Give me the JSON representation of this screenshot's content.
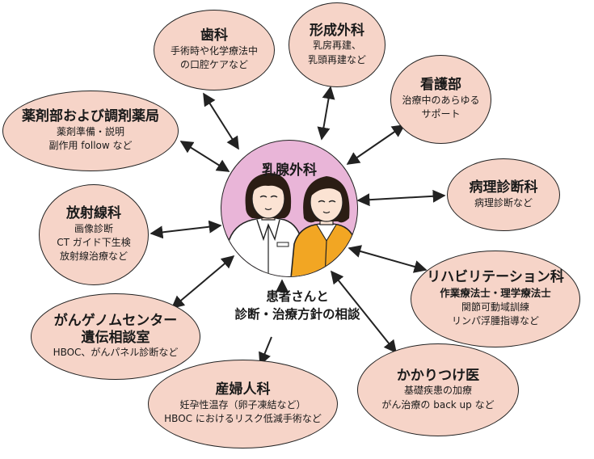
{
  "center": {
    "title": "乳腺外科",
    "patient": [
      "患者さんと",
      "診断・治療方針の相談"
    ]
  },
  "departments": {
    "dental": {
      "title": "歯科",
      "lines": [
        "手術時や化学療法中",
        "の口腔ケアなど"
      ]
    },
    "plastic": {
      "title": "形成外科",
      "lines": [
        "乳房再建、",
        "乳頭再建など"
      ]
    },
    "nursing": {
      "title": "看護部",
      "lines": [
        "治療中のあらゆる",
        "サポート"
      ]
    },
    "pharmacy": {
      "title": "薬剤部および調剤薬局",
      "lines": [
        "薬剤準備・説明",
        "副作用 follow など"
      ]
    },
    "pathology": {
      "title": "病理診断科",
      "lines": [
        "病理診断など"
      ]
    },
    "radiology": {
      "title": "放射線科",
      "lines": [
        "画像診断",
        "CT ガイド下生検",
        "放射線治療など"
      ]
    },
    "rehab": {
      "title": "リハビリテーション科",
      "strong": "作業療法士・理学療法士",
      "lines": [
        "関節可動域訓練",
        "リンパ浮腫指導など"
      ]
    },
    "genome": {
      "title": [
        "がんゲノムセンター",
        "遺伝相談室"
      ],
      "lines": [
        "HBOC、がんパネル診断など"
      ]
    },
    "obgyn": {
      "title": "産婦人科",
      "lines": [
        "妊孕性温存（卵子凍結など）",
        "HBOC におけるリスク低減手術など"
      ]
    },
    "family": {
      "title": "かかりつけ医",
      "lines": [
        "基礎疾患の加療",
        "がん治療の back up など"
      ]
    }
  },
  "colors": {
    "bubble_fill": "#f6d4c8",
    "center_fill": "#e9b5d8",
    "outline": "#222222",
    "doctor_coat": "#ffffff",
    "patient_cardigan": "#f2a623",
    "hair": "#2b1d14"
  }
}
